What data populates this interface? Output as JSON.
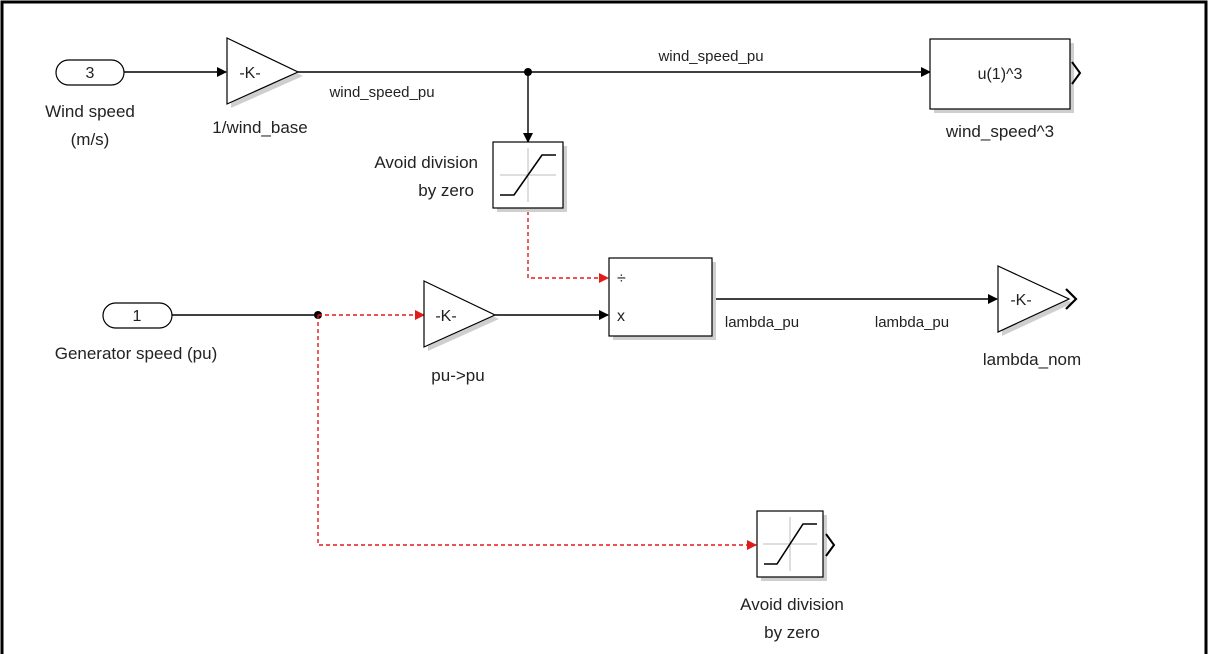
{
  "inports": [
    {
      "number": "3",
      "label_line1": "Wind speed",
      "label_line2": "(m/s)"
    },
    {
      "number": "1",
      "label": "Generator speed (pu)"
    }
  ],
  "gain_blocks": [
    {
      "text": "-K-",
      "label": "1/wind_base"
    },
    {
      "text": "-K-",
      "label": "pu->pu"
    },
    {
      "text": "-K-",
      "label": "lambda_nom"
    }
  ],
  "fcn_block": {
    "text": "u(1)^3",
    "label": "wind_speed^3"
  },
  "saturation_blocks": [
    {
      "label_line1": "Avoid division",
      "label_line2": "by zero"
    },
    {
      "label_line1": "Avoid division",
      "label_line2": "by zero"
    }
  ],
  "product_block": {
    "port1": "÷",
    "port2": "x"
  },
  "signal_labels": {
    "wind_out": "wind_speed_pu",
    "wind_branch": "wind_speed_pu",
    "lambda_out": "lambda_pu",
    "lambda_in": "lambda_pu"
  },
  "colors": {
    "frame": "#000000",
    "highlight_wire": "#e11a1a",
    "wire": "#000000"
  }
}
